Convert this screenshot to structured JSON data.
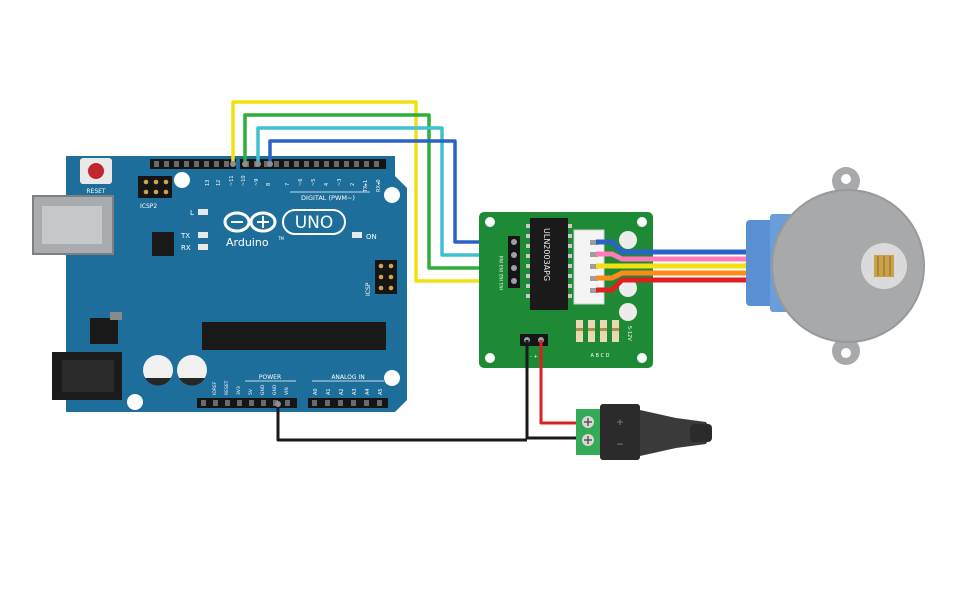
{
  "colors": {
    "board": "#1e6e9c",
    "board_dark": "#165678",
    "driver_pcb": "#1e8a35",
    "wire_yellow": "#f2e011",
    "wire_green": "#2fae3a",
    "wire_cyan": "#3fc1cf",
    "wire_blue": "#2a62c8",
    "wire_red": "#d82020",
    "wire_black": "#1a1a1a",
    "motor_body": "#a7a9ab",
    "motor_blue": "#5a8fd2"
  },
  "arduino": {
    "reset_label": "RESET",
    "icsp2_label": "ICSP2",
    "logo_text": "Arduino",
    "tm_mark": "TM",
    "model_label": "UNO",
    "digital_label": "DIGITAL (PWM~)",
    "on_label": "ON",
    "l_label": "L",
    "tx_label": "TX",
    "rx_label": "RX",
    "icsp_label": "ICSP",
    "power_label": "POWER",
    "analog_label": "ANALOG IN",
    "digital_pins": [
      "13",
      "12",
      "~11",
      "~10",
      "~9",
      "8",
      "7",
      "~6",
      "~5",
      "4",
      "~3",
      "2",
      "TX▸1",
      "RX◂0"
    ],
    "power_pins": [
      "IOREF",
      "RESET",
      "3V3",
      "5V",
      "GND",
      "GND",
      "VIN"
    ],
    "analog_pins": [
      "A0",
      "A1",
      "A2",
      "A3",
      "A4",
      "A5"
    ]
  },
  "driver": {
    "chip_label": "ULN2003APG",
    "input_label": "IN1 IN2 IN3 IN4",
    "led_label": "A B C D",
    "power_pins_label": "- +",
    "pcb_note": "5-12V"
  },
  "icons": {
    "motor": "stepper-motor-icon",
    "power_jack": "dc-barrel-jack-icon",
    "terminal_screws": "screw-terminal-icon"
  }
}
